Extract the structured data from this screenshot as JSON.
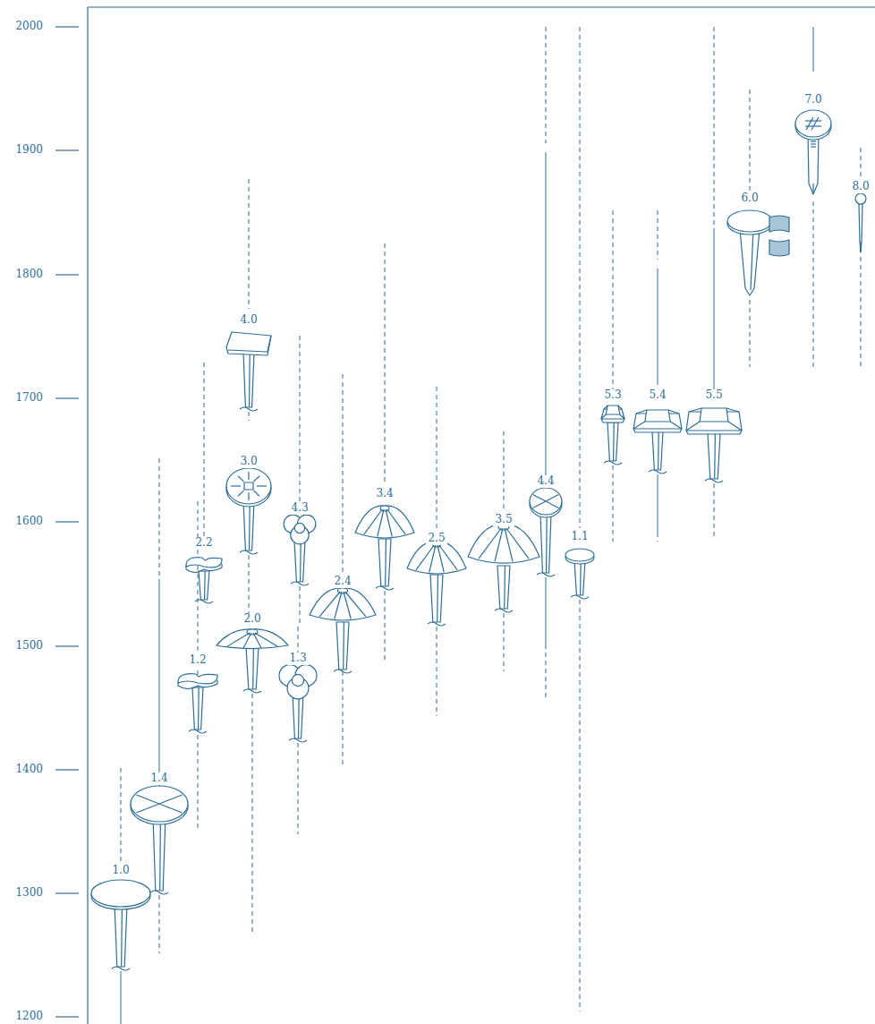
{
  "diagram": {
    "labels": [
      "2000",
      "1900",
      "1800",
      "1700",
      "1600",
      "1500",
      "1400",
      "1300",
      "1200",
      "1.0",
      "1.4",
      "1.2",
      "2.2",
      "4.0",
      "3.0",
      "2.0",
      "4.3",
      "1.3",
      "3.4",
      "2.4",
      "2.5",
      "3.5",
      "4.4",
      "1.1",
      "5.3",
      "5.4",
      "5.5",
      "6.0",
      "7.0",
      "8.0"
    ]
  }
}
